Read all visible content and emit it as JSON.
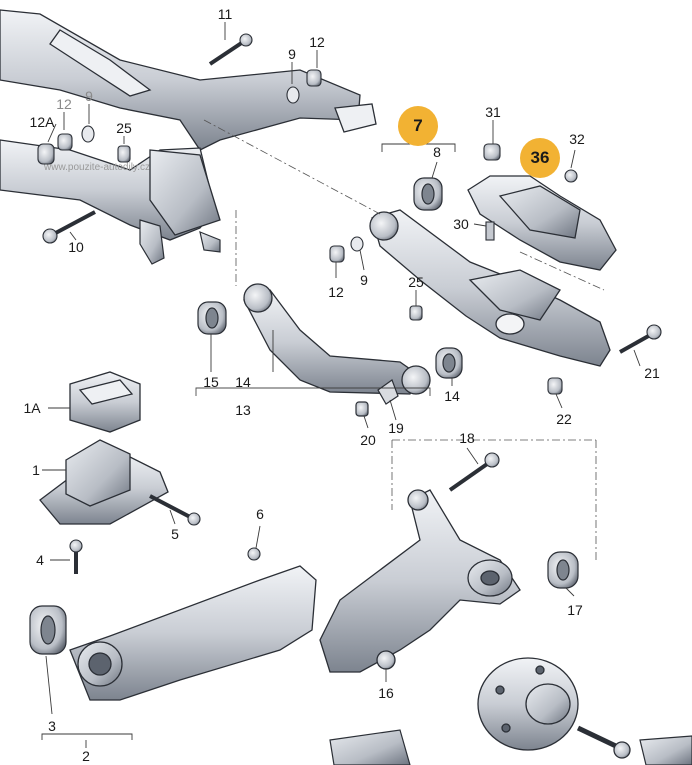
{
  "watermark": "www.pouzite-autodily.cz",
  "colors": {
    "part_fill": "#ccd0d6",
    "part_dark": "#5c636e",
    "part_light": "#eef0f3",
    "outline": "#2b2f36",
    "leader": "#3a3a3a",
    "highlight": "#f2b233"
  },
  "labels": {
    "l11": "11",
    "l9a": "9",
    "l12a": "12",
    "l12A": "12A",
    "l12b": "12",
    "l9b": "9",
    "l25a": "25",
    "l10": "10",
    "l7": "7",
    "l31": "31",
    "l32": "32",
    "l8": "8",
    "l36": "36",
    "l30": "30",
    "l12c": "12",
    "l9c": "9",
    "l25b": "25",
    "l15": "15",
    "l14a": "14",
    "l13": "13",
    "l14b": "14",
    "l21": "21",
    "l22": "22",
    "l20": "20",
    "l19": "19",
    "l1A": "1A",
    "l1": "1",
    "l5": "5",
    "l4": "4",
    "l18": "18",
    "l6": "6",
    "l17": "17",
    "l16": "16",
    "l3": "3",
    "l2": "2"
  },
  "highlighted_labels": [
    "7",
    "36"
  ]
}
